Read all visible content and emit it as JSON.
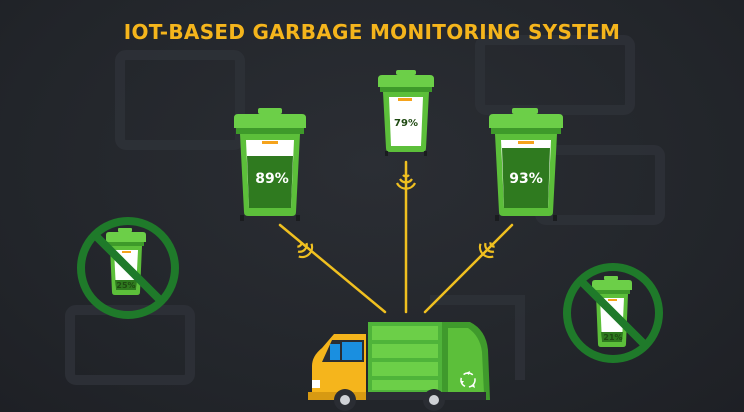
{
  "page": {
    "title": "IOT-BASED GARBAGE MONITORING SYSTEM"
  },
  "bins": [
    {
      "id": "left",
      "fill_level": "89%",
      "status": "full"
    },
    {
      "id": "center",
      "fill_level": "79%",
      "status": "full"
    },
    {
      "id": "right",
      "fill_level": "93%",
      "status": "full"
    },
    {
      "id": "far-left",
      "fill_level": "25%",
      "status": "skipped"
    },
    {
      "id": "far-right",
      "fill_level": "21%",
      "status": "skipped"
    }
  ],
  "colors": {
    "background": "#23262b",
    "title": "#f5b51c",
    "bin_green": "#5cbf3a",
    "bin_dark_green": "#2f7a1f",
    "signal_line": "#f0c020",
    "prohibition_ring": "#1f7a2a",
    "truck_yellow": "#f5b51c",
    "truck_green": "#4fb43a"
  },
  "icons": {
    "recycle": "recycle-icon",
    "signal": "wifi-signal-icon",
    "prohibition": "no-entry-icon"
  }
}
